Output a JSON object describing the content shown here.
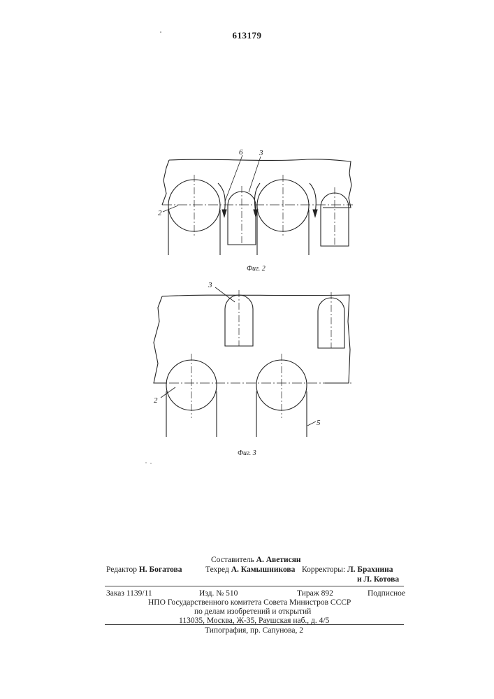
{
  "header": {
    "patent_number": "613179"
  },
  "fig2": {
    "caption": "Фиг. 2",
    "labels": {
      "l6": "6",
      "l3": "3",
      "l2": "2"
    }
  },
  "fig3": {
    "caption": "Фиг. 3",
    "labels": {
      "l3": "3",
      "l2": "2",
      "l5": "5"
    }
  },
  "colophon": {
    "compiler_label": "Составитель",
    "compiler_name": "А. Аветисян",
    "editor_label": "Редактор",
    "editor_name": "Н. Богатова",
    "techred_label": "Техред",
    "techred_name": "А. Камышникова",
    "correctors_label": "Корректоры:",
    "corrector1": "Л. Брахнина",
    "corrector2": "и Л. Котова",
    "order": "Заказ 1139/11",
    "edition": "Изд. № 510",
    "circulation": "Тираж 892",
    "subscription": "Подписное",
    "org1": "НПО Государственного комитета Совета Министров СССР",
    "org2": "по делам изобретений и открытий",
    "address": "113035, Москва, Ж-35, Раушская наб., д. 4/5",
    "printer": "Типография, пр. Сапунова, 2"
  }
}
